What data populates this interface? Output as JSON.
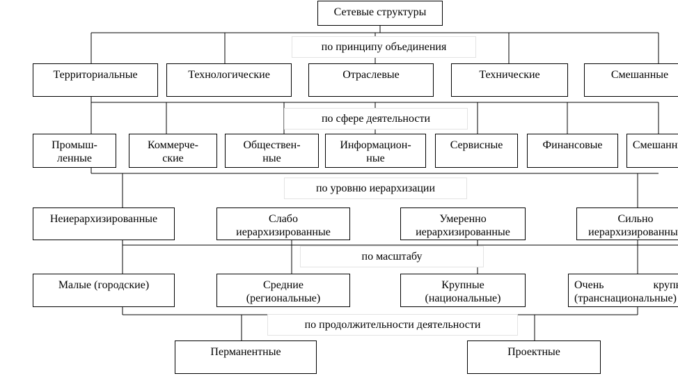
{
  "root": "Сетевые структуры",
  "groups": [
    {
      "label": "по принципу объединения",
      "items": [
        [
          "Территориальные"
        ],
        [
          "Технологические"
        ],
        [
          "Отраслевые"
        ],
        [
          "Технические"
        ],
        [
          "Смешанные"
        ]
      ]
    },
    {
      "label": "по сфере деятельности",
      "items": [
        [
          "Промыш-",
          "ленные"
        ],
        [
          "Коммерче-",
          "ские"
        ],
        [
          "Обществен-",
          "ные"
        ],
        [
          "Информацион-",
          "ные"
        ],
        [
          "Сервисные"
        ],
        [
          "Финансовые"
        ],
        [
          "Смешанные"
        ]
      ]
    },
    {
      "label": "по уровню иерархизации",
      "items": [
        [
          "Неиерархизированные"
        ],
        [
          "Слабо",
          "иерархизированные"
        ],
        [
          "Умеренно",
          "иерархизированные"
        ],
        [
          "Сильно",
          "иерархизированные"
        ]
      ]
    },
    {
      "label": "по масштабу",
      "items": [
        [
          "Малые (городские)"
        ],
        [
          "Средние",
          "(региональные)"
        ],
        [
          "Крупные",
          "(национальные)"
        ],
        [
          "Очень крупные",
          "(транснациональные)"
        ]
      ]
    },
    {
      "label": "по продолжительности деятельности",
      "items": [
        [
          "Перманентные"
        ],
        [
          "Проектные"
        ]
      ]
    }
  ]
}
